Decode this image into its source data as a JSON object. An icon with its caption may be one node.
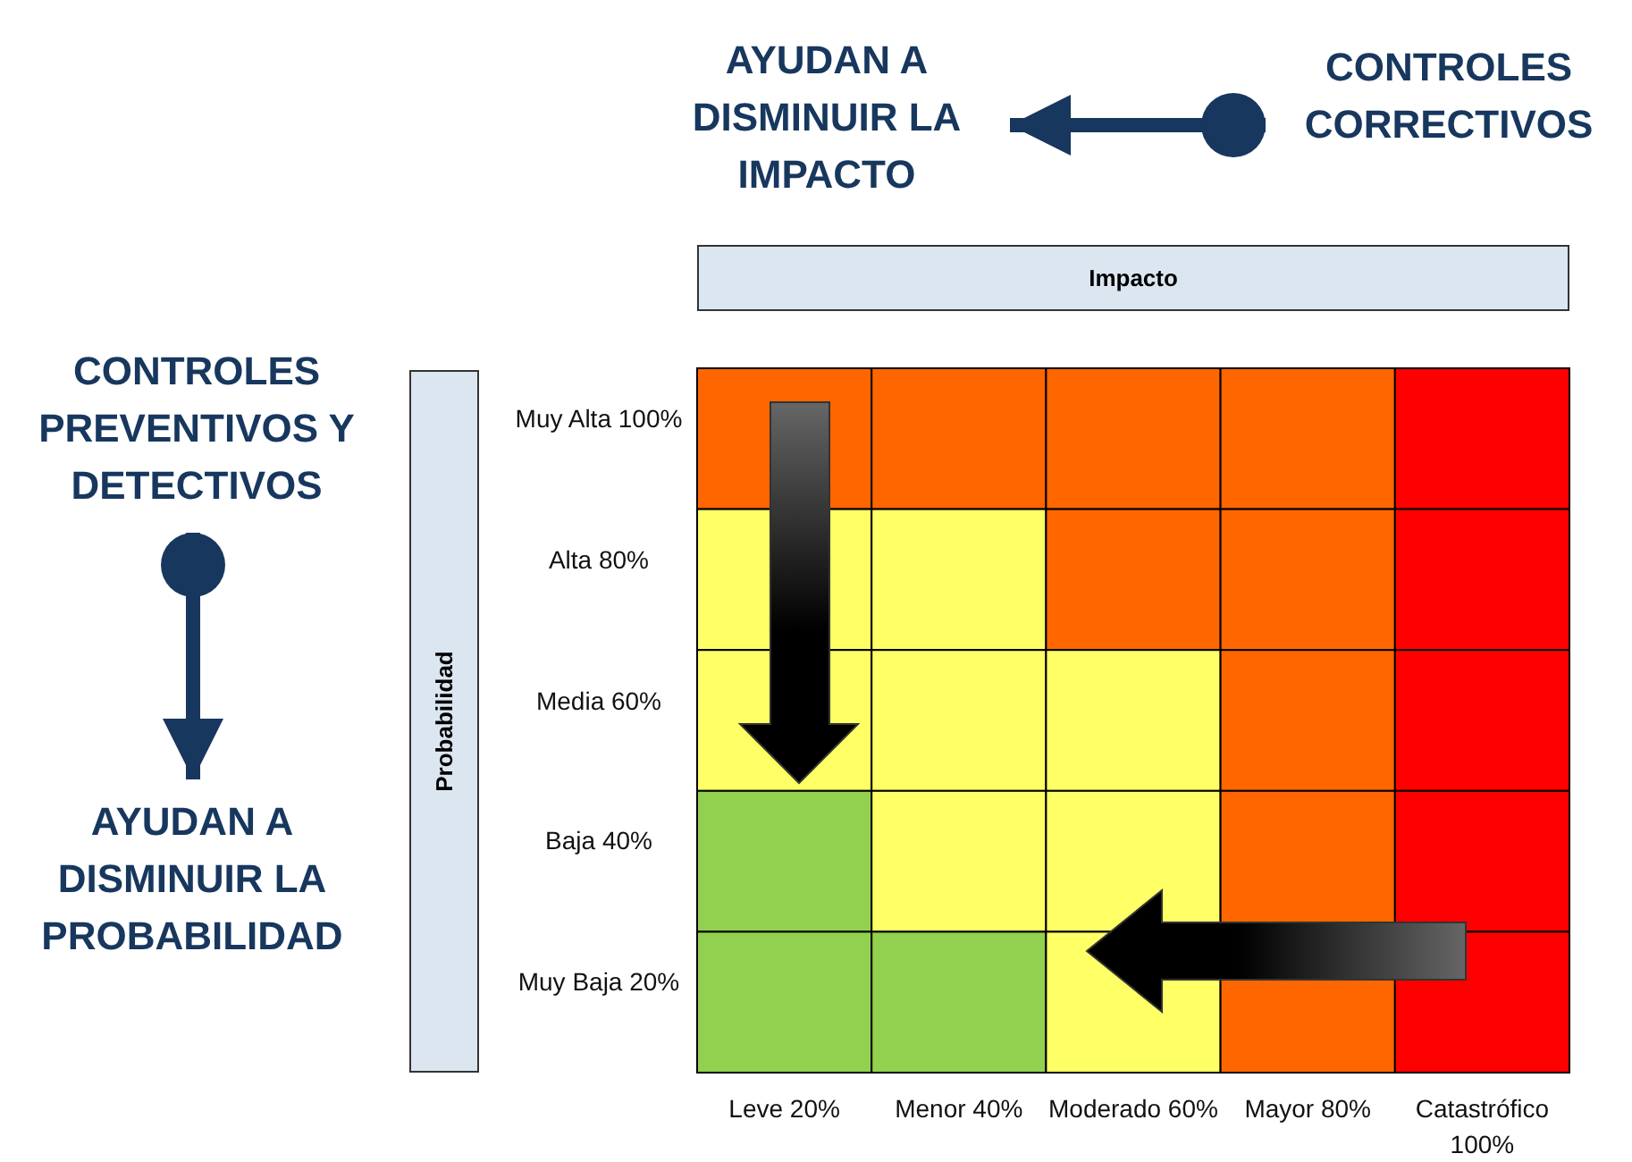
{
  "diagram": {
    "nodes": [
      {
        "text": [
          "AYUDAN A DISMINUIR LA IMPACTO"
        ]
      },
      {
        "text": [
          "CONTROLES CORRECTIVOS"
        ]
      },
      {
        "text": [
          "CONTROLES PREVENTIVOS Y DETECTIVOS"
        ]
      },
      {
        "text": [
          "AYUDAN A DISMINUIR LA PROBABILIDAD"
        ]
      },
      {
        "text": [
          "Impacto"
        ]
      },
      {
        "text": [
          "Probabilidad"
        ]
      }
    ],
    "edges": [
      {
        "from": 1,
        "to": 0,
        "arrow": "to"
      },
      {
        "from": 2,
        "to": 3,
        "arrow": "to"
      }
    ],
    "labels": [
      "Muy Alta 100%",
      "Alta 80%",
      "Media 60%",
      "Baja 40%",
      "Muy Baja 20%",
      "Leve 20%",
      "Menor 40%",
      "Moderado 60%",
      "Mayor 80%",
      "Catastrófico 100%"
    ]
  }
}
